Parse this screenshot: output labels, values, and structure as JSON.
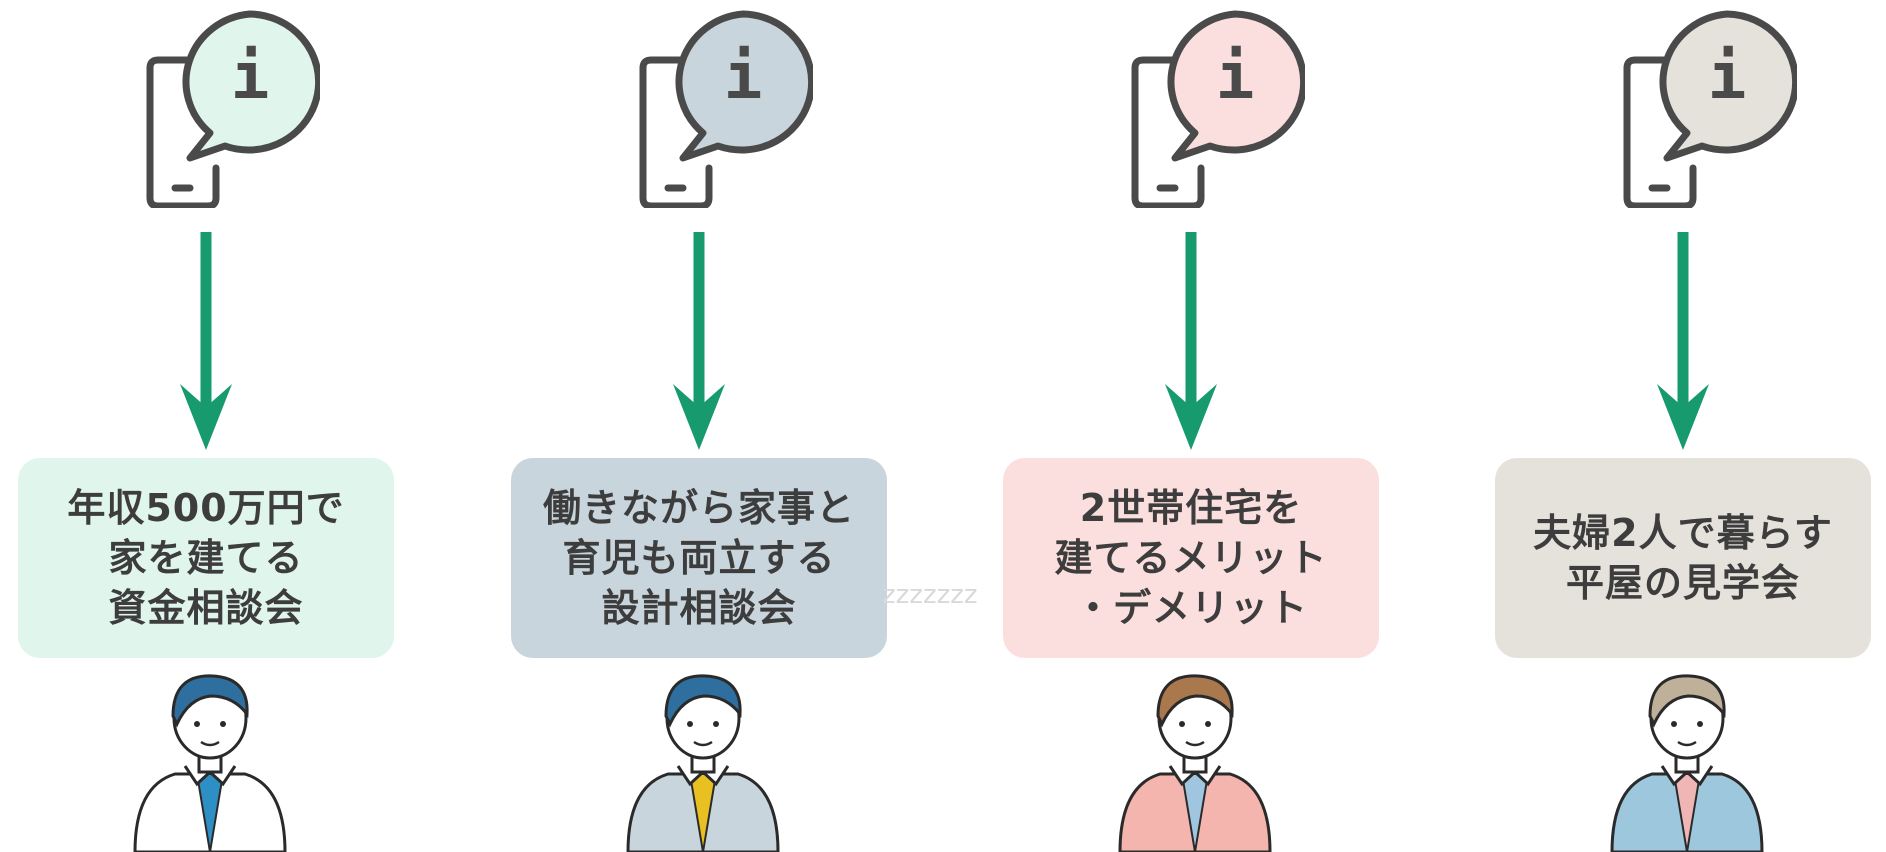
{
  "colors": {
    "arrow": "#169a6e",
    "icon_stroke": "#4a4a4a"
  },
  "columns": [
    {
      "id": "col-1",
      "bubble_glyph": "i",
      "bubble_fill": "#e0f5ec",
      "card_fill": "#e0f5ec",
      "card_text": "年収500万円で\n家を建てる\n資金相談会",
      "person": {
        "hair": "#2e6f9f",
        "shirt": "#ffffff",
        "accent": "#2e8fc4"
      }
    },
    {
      "id": "col-2",
      "bubble_glyph": "i",
      "bubble_fill": "#c9d5dd",
      "card_fill": "#c9d5dd",
      "card_text": "働きながら家事と\n育児も両立する\n設計相談会",
      "person": {
        "hair": "#2e6f9f",
        "shirt": "#c9d5dd",
        "accent": "#e9c021"
      }
    },
    {
      "id": "col-3",
      "bubble_glyph": "i",
      "bubble_fill": "#fadfde",
      "card_fill": "#fadfde",
      "card_text": "2世帯住宅を\n建てるメリット\n・デメリット",
      "person": {
        "hair": "#a9784d",
        "shirt": "#f3b5ad",
        "accent": "#9fc6de"
      }
    },
    {
      "id": "col-4",
      "bubble_glyph": "i",
      "bubble_fill": "#e5e2dc",
      "card_fill": "#e5e2dc",
      "card_text": "夫婦2人で暮らす\n平屋の見学会",
      "person": {
        "hair": "#bfb09a",
        "shirt": "#9cc7dd",
        "accent": "#f0b6b6"
      }
    }
  ],
  "watermark": "zzzzzzz"
}
